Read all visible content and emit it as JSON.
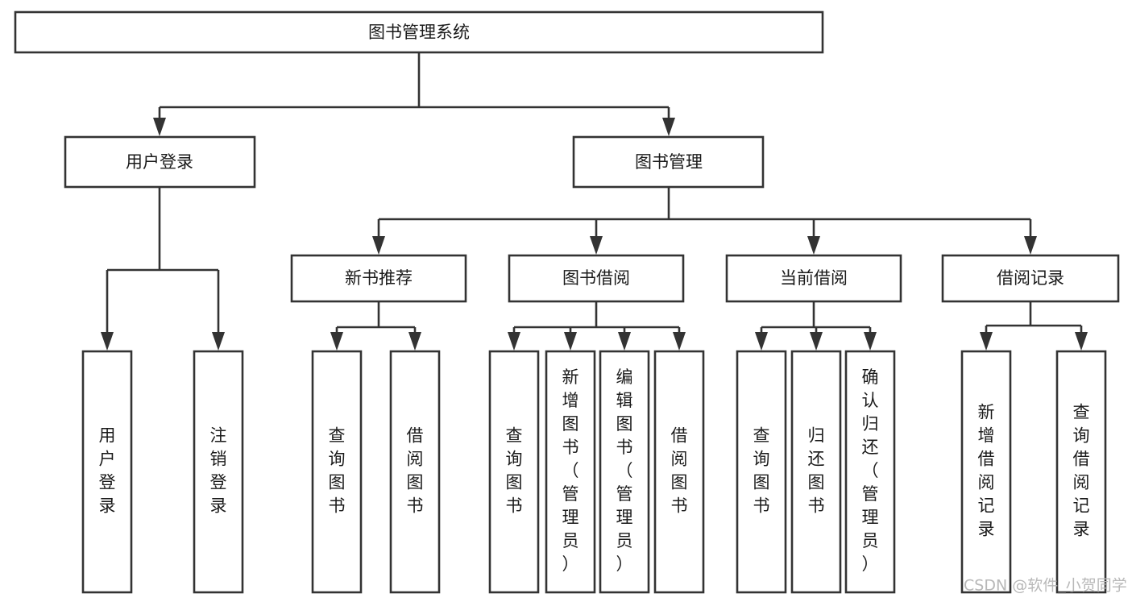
{
  "diagram": {
    "title": "图书管理系统",
    "type": "tree-hierarchy-chart",
    "orientation": "top-down",
    "root": {
      "id": "root",
      "label": "图书管理系统"
    },
    "level2": [
      {
        "id": "user-login",
        "label": "用户登录"
      },
      {
        "id": "book-manage",
        "label": "图书管理"
      }
    ],
    "level3": [
      {
        "id": "new-book-recommend",
        "label": "新书推荐",
        "parent": "book-manage"
      },
      {
        "id": "book-borrow",
        "label": "图书借阅",
        "parent": "book-manage"
      },
      {
        "id": "current-borrow",
        "label": "当前借阅",
        "parent": "book-manage"
      },
      {
        "id": "borrow-record",
        "label": "借阅记录",
        "parent": "book-manage"
      }
    ],
    "leaves": [
      {
        "id": "leaf-user-login",
        "label": "用户登录",
        "parent": "user-login"
      },
      {
        "id": "leaf-logout-login",
        "label": "注销登录",
        "parent": "user-login"
      },
      {
        "id": "leaf-query-book-1",
        "label": "查询图书",
        "parent": "new-book-recommend"
      },
      {
        "id": "leaf-borrow-book-1",
        "label": "借阅图书",
        "parent": "new-book-recommend"
      },
      {
        "id": "leaf-query-book-2",
        "label": "查询图书",
        "parent": "book-borrow"
      },
      {
        "id": "leaf-add-book",
        "label": "新增图书（管理员）",
        "parent": "book-borrow"
      },
      {
        "id": "leaf-edit-book",
        "label": "编辑图书（管理员）",
        "parent": "book-borrow"
      },
      {
        "id": "leaf-borrow-book-2",
        "label": "借阅图书",
        "parent": "book-borrow"
      },
      {
        "id": "leaf-query-book-3",
        "label": "查询图书",
        "parent": "current-borrow"
      },
      {
        "id": "leaf-return-book",
        "label": "归还图书",
        "parent": "current-borrow"
      },
      {
        "id": "leaf-confirm-return",
        "label": "确认归还（管理员）",
        "parent": "current-borrow"
      },
      {
        "id": "leaf-add-record",
        "label": "新增借阅记录",
        "parent": "borrow-record"
      },
      {
        "id": "leaf-query-record",
        "label": "查询借阅记录",
        "parent": "borrow-record"
      }
    ]
  },
  "watermark": {
    "text": "CSDN @软件_小贺同学"
  },
  "colors": {
    "stroke": "#333333",
    "fill": "#ffffff",
    "text": "#1a1a1a",
    "watermark": "#b8b8b8",
    "background": "#ffffff"
  }
}
